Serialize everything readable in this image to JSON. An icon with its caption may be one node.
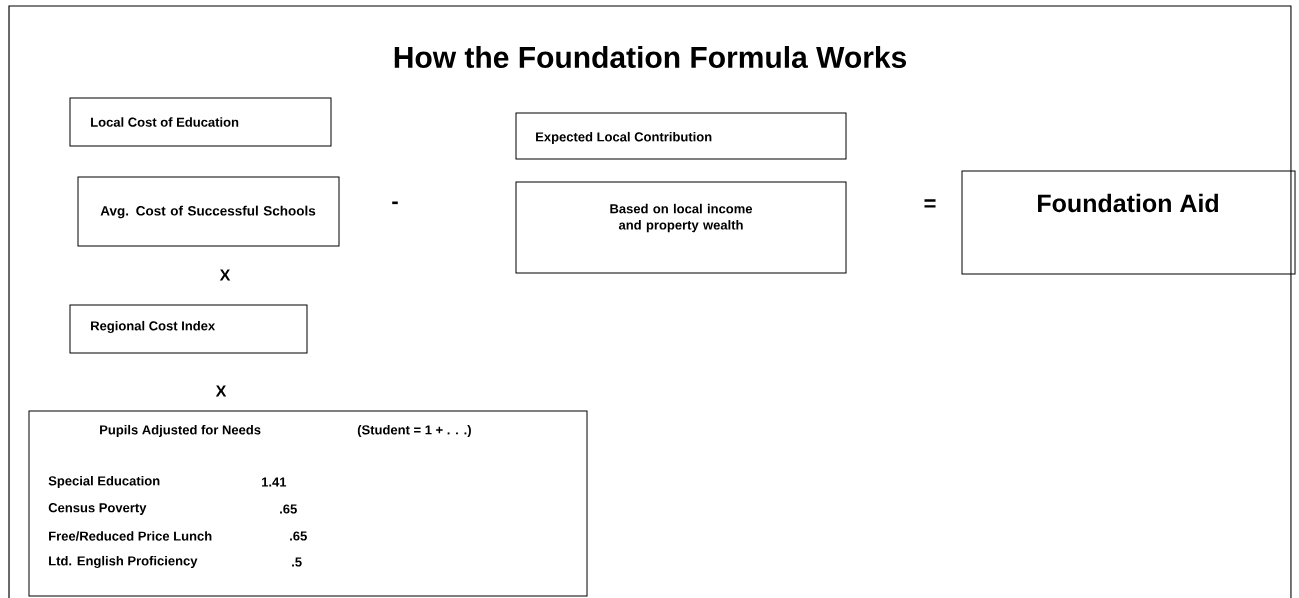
{
  "diagram": {
    "title": "How the Foundation Formula Works",
    "nodes": [
      {
        "text": [
          "Local Cost of Education"
        ]
      },
      {
        "text": [
          "Expected Local Contribution"
        ]
      },
      {
        "text": [
          "Avg. Cost of Successful Schools"
        ]
      },
      {
        "text": [
          "Based on local income and property wealth"
        ]
      },
      {
        "text": [
          "Foundation Aid"
        ]
      },
      {
        "text": [
          "Regional Cost Index"
        ]
      },
      {
        "text": [
          "Pupils Adjusted for Needs",
          "(Student = 1 + . . .)",
          "Special Education",
          "1.41",
          "Census Poverty",
          ".65",
          "Free/Reduced Price Lunch",
          ".65",
          "Ltd. English Proficiency",
          ".5"
        ]
      }
    ],
    "edges": [],
    "labels": [
      "-",
      "=",
      "X",
      "X"
    ]
  }
}
